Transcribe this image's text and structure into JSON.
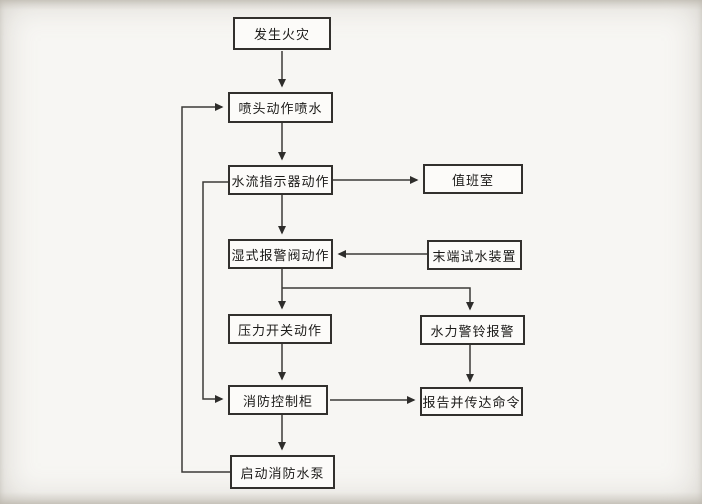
{
  "diagram": {
    "type": "flowchart",
    "boxes": {
      "fire": {
        "label": "发生火灾"
      },
      "sprinkler": {
        "label": "喷头动作喷水"
      },
      "flow_indicator": {
        "label": "水流指示器动作"
      },
      "duty_room": {
        "label": "值班室"
      },
      "wet_valve": {
        "label": "湿式报警阀动作"
      },
      "end_test": {
        "label": "末端试水装置"
      },
      "pressure_switch": {
        "label": "压力开关动作"
      },
      "hydraulic_bell": {
        "label": "水力警铃报警"
      },
      "control_cabinet": {
        "label": "消防控制柜"
      },
      "report": {
        "label": "报告并传达命令"
      },
      "start_pump": {
        "label": "启动消防水泵"
      }
    },
    "edges": [
      {
        "from": "fire",
        "to": "sprinkler"
      },
      {
        "from": "sprinkler",
        "to": "flow_indicator"
      },
      {
        "from": "flow_indicator",
        "to": "duty_room"
      },
      {
        "from": "flow_indicator",
        "to": "wet_valve"
      },
      {
        "from": "end_test",
        "to": "wet_valve"
      },
      {
        "from": "wet_valve",
        "to": "pressure_switch"
      },
      {
        "from": "wet_valve",
        "to": "hydraulic_bell"
      },
      {
        "from": "pressure_switch",
        "to": "control_cabinet"
      },
      {
        "from": "flow_indicator",
        "to": "control_cabinet"
      },
      {
        "from": "hydraulic_bell",
        "to": "report"
      },
      {
        "from": "control_cabinet",
        "to": "report"
      },
      {
        "from": "control_cabinet",
        "to": "start_pump"
      },
      {
        "from": "start_pump",
        "to": "sprinkler"
      }
    ],
    "colors": {
      "background": "#f7f6f3",
      "box_fill": "#fcfbf9",
      "box_border": "#32302d",
      "line": "#3c3a37",
      "text": "#1c1b19"
    }
  }
}
